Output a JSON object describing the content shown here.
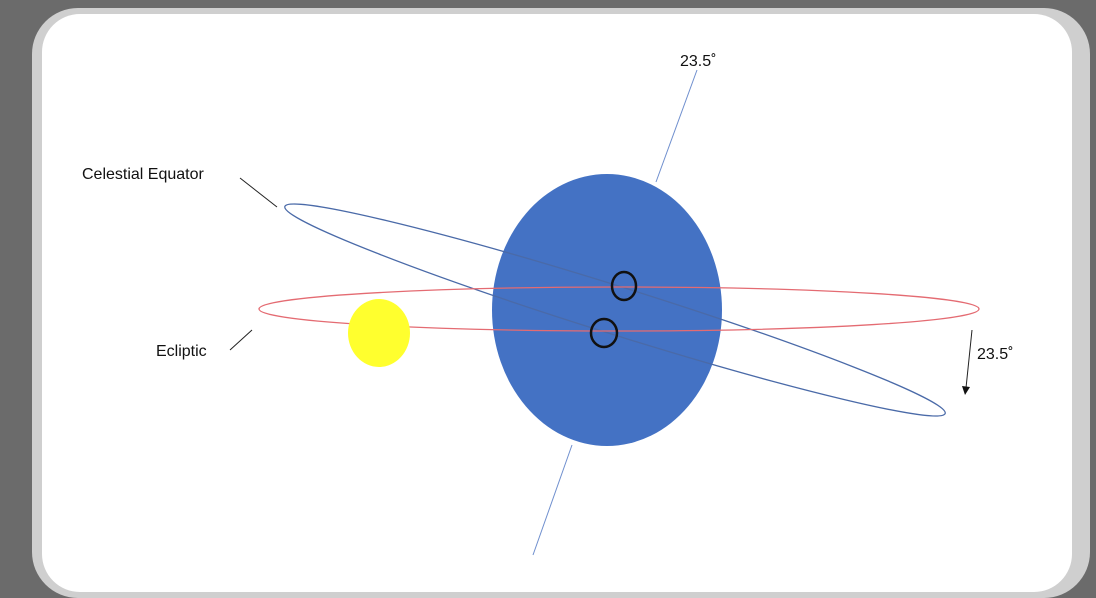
{
  "labels": {
    "celestial_equator": "Celestial Equator",
    "ecliptic": "Ecliptic",
    "axis_tilt": "23.5˚",
    "equator_tilt": "23.5˚"
  },
  "colors": {
    "background": "#6b6b6b",
    "frame": "#cfcfcf",
    "panel": "#ffffff",
    "earth": "#4472c4",
    "equator_line": "#4a6aa8",
    "axis_line": "#6f8fce",
    "ecliptic_line": "#e46b72",
    "sun": "#ffff2e",
    "marker_ring": "#111111"
  }
}
